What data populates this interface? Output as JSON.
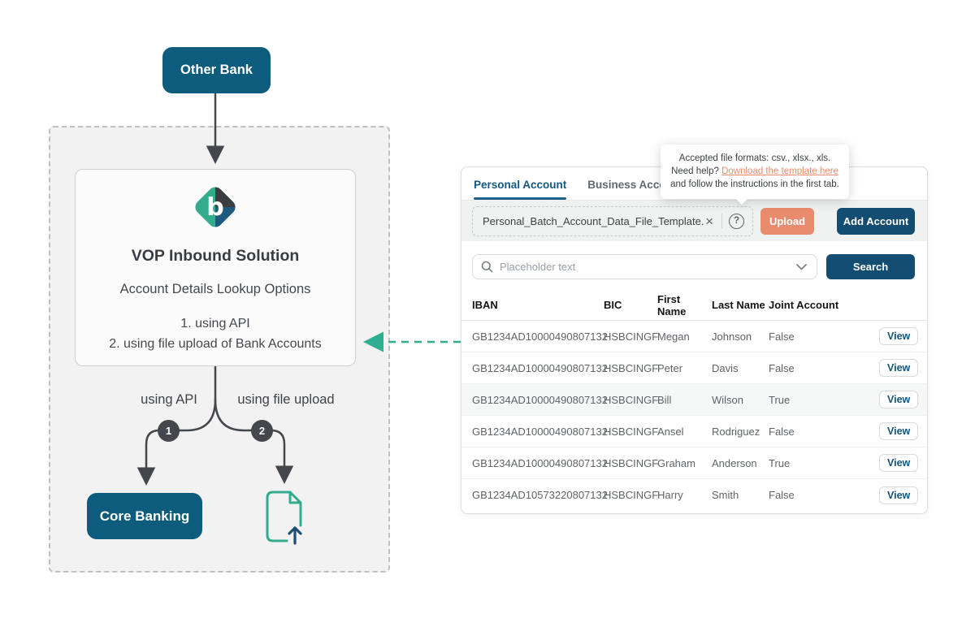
{
  "colors": {
    "navy_ui": "#134d71",
    "navy_diagram": "#0d5c7d",
    "salmon": "#e98b6d",
    "teal": "#2fae92",
    "dark_line": "#44474b"
  },
  "diagram": {
    "other_bank_label": "Other Bank",
    "logo_letter": "b",
    "solution_title": "VOP Inbound Solution",
    "solution_subtitle": "Account Details Lookup Options",
    "options": [
      "1. using API",
      "2. using file upload of Bank Accounts"
    ],
    "branches": [
      {
        "number": "1",
        "label": "using API"
      },
      {
        "number": "2",
        "label": "using file upload"
      }
    ],
    "core_banking_label": "Core Banking"
  },
  "panel": {
    "tabs": [
      {
        "label": "Personal Account",
        "active": true
      },
      {
        "label": "Business Account",
        "active": false
      }
    ],
    "tooltip": {
      "line1": "Accepted file formats: csv., xlsx., xls.",
      "prefix": "Need help? ",
      "link": "Download the template here",
      "suffix": " and follow the instructions in the first tab."
    },
    "upload": {
      "filename": "Personal_Batch_Account_Data_File_Template.csv",
      "clear_glyph": "×",
      "help_glyph": "?",
      "upload_label": "Upload",
      "add_account_label": "Add Account"
    },
    "search": {
      "placeholder": "Placeholder text",
      "button_label": "Search"
    },
    "table": {
      "columns": [
        "IBAN",
        "BIC",
        "First Name",
        "Last Name",
        "Joint Account"
      ],
      "action_label": "View",
      "rows": [
        {
          "iban": "GB1234AD10000490807132",
          "bic": "HSBCINGF",
          "first": "Megan",
          "last": "Johnson",
          "joint": "False"
        },
        {
          "iban": "GB1234AD10000490807132",
          "bic": "HSBCINGF",
          "first": "Peter",
          "last": "Davis",
          "joint": "False"
        },
        {
          "iban": "GB1234AD10000490807132",
          "bic": "HSBCINGF",
          "first": "Bill",
          "last": "Wilson",
          "joint": "True"
        },
        {
          "iban": "GB1234AD10000490807132",
          "bic": "HSBCINGF",
          "first": "Ansel",
          "last": "Rodriguez",
          "joint": "False"
        },
        {
          "iban": "GB1234AD10000490807132",
          "bic": "HSBCINGF",
          "first": "Graham",
          "last": "Anderson",
          "joint": "True"
        },
        {
          "iban": "GB1234AD10573220807132",
          "bic": "HSBCINGF",
          "first": "Harry",
          "last": "Smith",
          "joint": "False"
        }
      ]
    }
  }
}
